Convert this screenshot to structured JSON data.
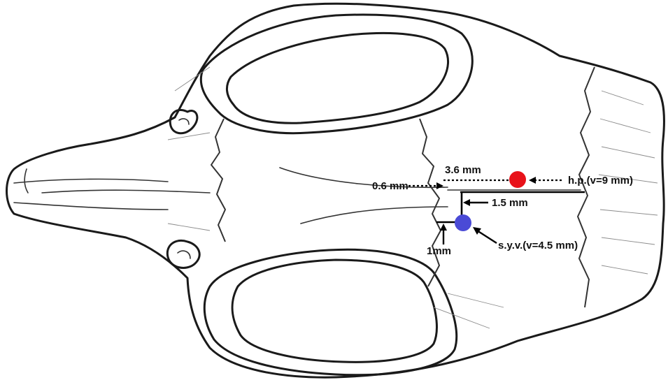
{
  "labels": {
    "lateral_offset": "3.6 mm",
    "bregma_offset": "0.6 mm",
    "hp_target": "h.p.(v=9 mm)",
    "vertical_offset": "1.5 mm",
    "syv_target": "s.y.v.(v=4.5 mm)",
    "small_offset": "1mm"
  },
  "markers": {
    "hp_color": "#e8121a",
    "syv_color": "#4a4ad6"
  }
}
